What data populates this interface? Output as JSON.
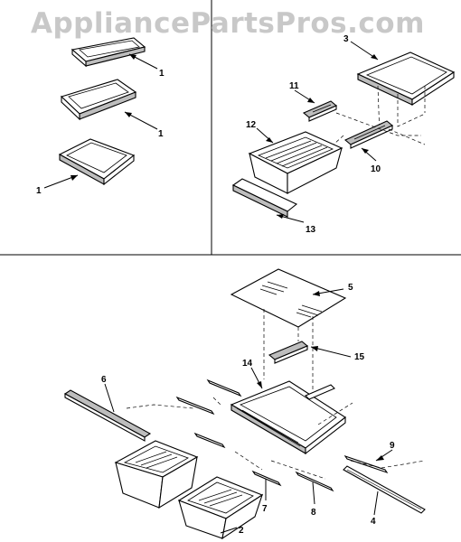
{
  "watermark": "AppliancePartsPros.com",
  "callouts": [
    {
      "id": "c1a",
      "label": "1"
    },
    {
      "id": "c1b",
      "label": "1"
    },
    {
      "id": "c1c",
      "label": "1"
    },
    {
      "id": "c3",
      "label": "3"
    },
    {
      "id": "c11",
      "label": "11"
    },
    {
      "id": "c12",
      "label": "12"
    },
    {
      "id": "c10",
      "label": "10"
    },
    {
      "id": "c13",
      "label": "13"
    },
    {
      "id": "c5",
      "label": "5"
    },
    {
      "id": "c15",
      "label": "15"
    },
    {
      "id": "c14",
      "label": "14"
    },
    {
      "id": "c6",
      "label": "6"
    },
    {
      "id": "c9",
      "label": "9"
    },
    {
      "id": "c7",
      "label": "7"
    },
    {
      "id": "c8",
      "label": "8"
    },
    {
      "id": "c4",
      "label": "4"
    },
    {
      "id": "c2",
      "label": "2"
    }
  ]
}
